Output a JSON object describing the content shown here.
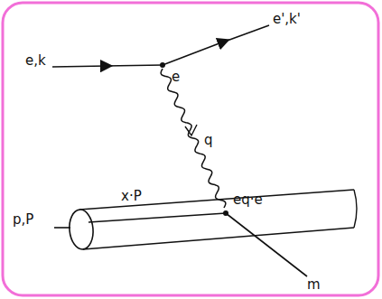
{
  "diagram": {
    "labels": [
      "e,k",
      "e',k'",
      "e",
      "q",
      "x·P",
      "eq·e",
      "p,P",
      "m"
    ]
  }
}
